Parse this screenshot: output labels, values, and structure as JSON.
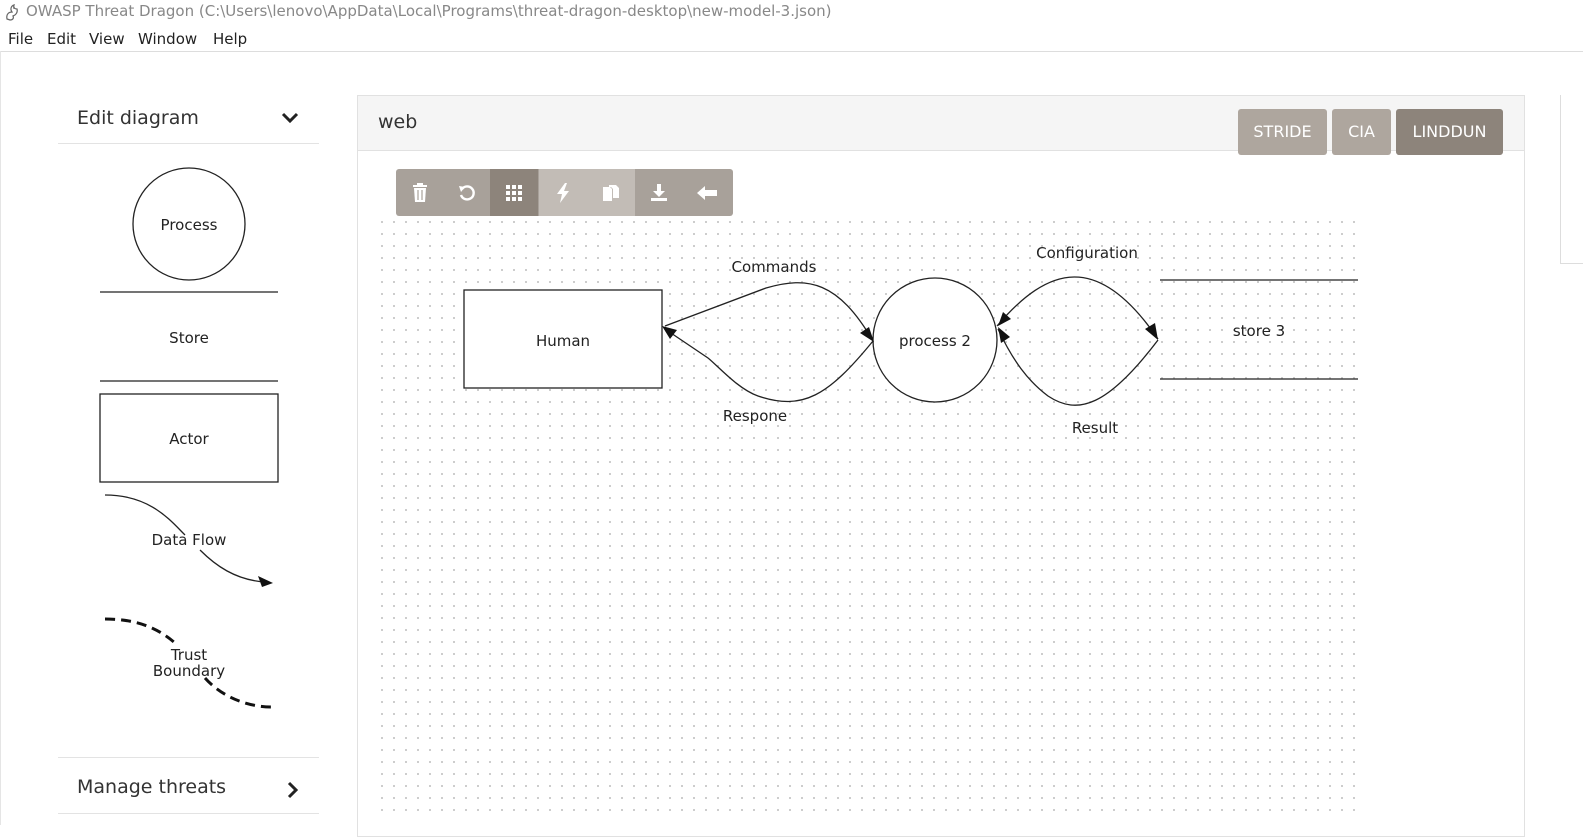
{
  "window": {
    "title": "OWASP Threat Dragon (C:\\Users\\lenovo\\AppData\\Local\\Programs\\threat-dragon-desktop\\new-model-3.json)",
    "icon": "dragon-icon"
  },
  "menu": [
    "File",
    "Edit",
    "View",
    "Window",
    "Help"
  ],
  "sidebar": {
    "edit_diagram": "Edit diagram",
    "manage_threats": "Manage threats",
    "stencils": {
      "process": "Process",
      "store": "Store",
      "actor": "Actor",
      "data_flow": "Data Flow",
      "trust_boundary_1": "Trust",
      "trust_boundary_2": "Boundary"
    }
  },
  "diagram": {
    "title": "web",
    "methods": [
      "STRIDE",
      "CIA",
      "LINDDUN"
    ],
    "active_method": "LINDDUN",
    "toolbar": [
      "delete-icon",
      "undo-icon",
      "grid-icon",
      "lightning-icon",
      "copy-icon",
      "download-icon",
      "back-arrow-icon"
    ],
    "elements": {
      "actor": "Human",
      "process": "process 2",
      "store": "store 3"
    },
    "flows": {
      "commands": "Commands",
      "response": "Respone",
      "configuration": "Configuration",
      "result": "Result"
    }
  }
}
